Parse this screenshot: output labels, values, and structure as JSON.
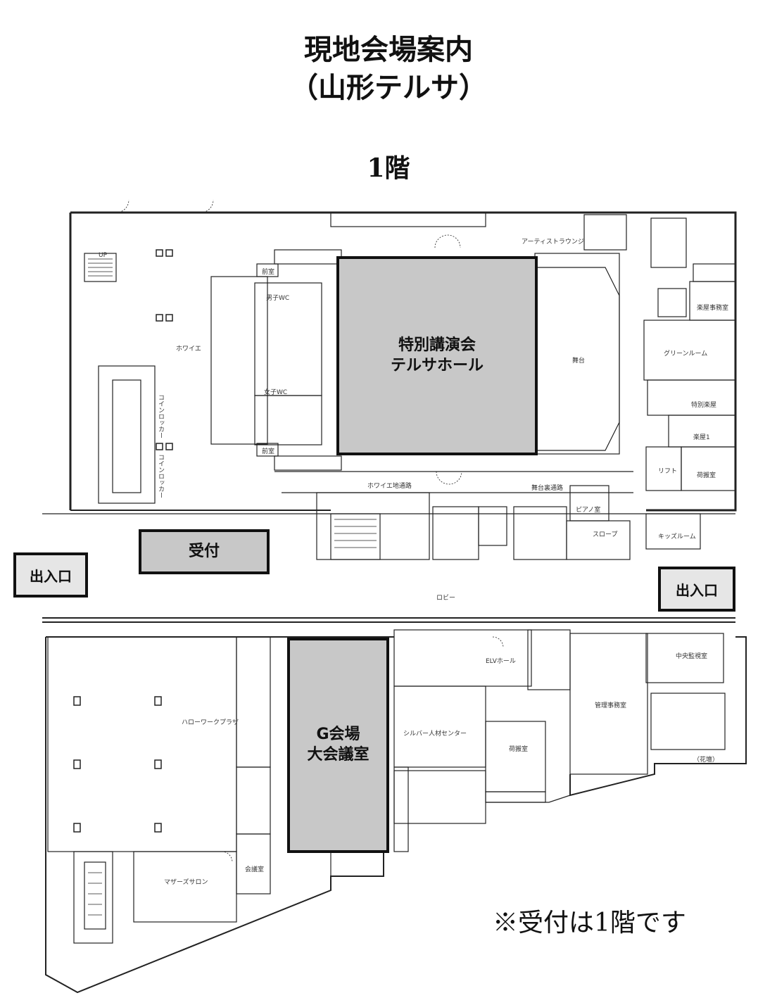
{
  "header": {
    "title": "現地会場案内",
    "subtitle": "（山形テルサ）",
    "floor": "1階"
  },
  "highlights": {
    "hall_line1": "特別講演会",
    "hall_line2": "テルサホール",
    "reception": "受付",
    "g_line1": "G会場",
    "g_line2": "大会議室",
    "exit_left": "出入口",
    "exit_right": "出入口"
  },
  "rooms": {
    "foyer": "ホワイエ",
    "mens_wc": "男子WC",
    "womens_wc": "女子WC",
    "coin_locker_1": "コインロッカー",
    "coin_locker_2": "コインロッカー",
    "artist_lounge": "アーティストラウンジ",
    "stage": "舞台",
    "green_room": "グリーンルーム",
    "special_dressing": "特別楽屋",
    "dressing_1": "楽屋1",
    "lift": "リフト",
    "loading": "荷搬室",
    "piano_room": "ピアノ室",
    "kids_room": "キッズルーム",
    "lobby": "ロビー",
    "foyer_passage": "ホワイエ地通路",
    "backstage_passage": "舞台裏通路",
    "hello_work": "ハローワークプラザ",
    "mothers_salon": "マザーズサロン",
    "meeting_room": "会議室",
    "silver_center": "シルバー人材センター",
    "loading_2": "荷搬室",
    "management_office": "管理事務室",
    "central_monitoring": "中央監視室",
    "elv_hall": "ELVホール",
    "flower_bed": "（花壇）",
    "stairs_up": "UP",
    "front_room_1": "前室",
    "front_room_2": "前室",
    "dressing_office": "楽屋事務室",
    "slope": "スロープ"
  },
  "footer": {
    "note": "※受付は1階です"
  }
}
